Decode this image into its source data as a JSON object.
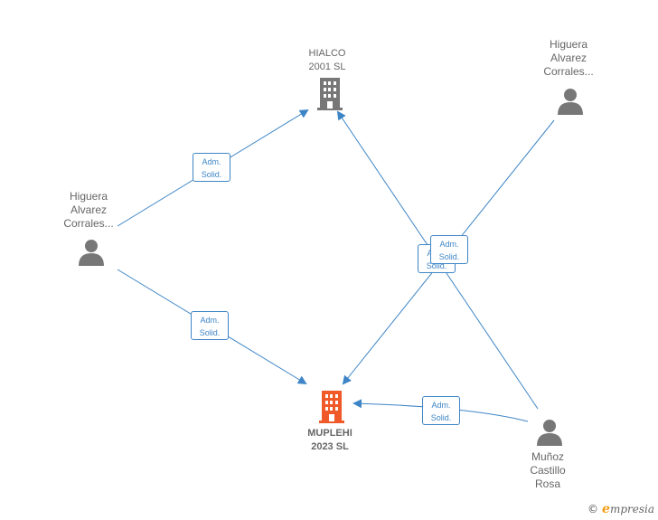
{
  "nodes": {
    "hialco": {
      "line1": "HIALCO",
      "line2": "2001 SL"
    },
    "muplehi": {
      "line1": "MUPLEHI",
      "line2": "2023  SL"
    },
    "person_top_right": {
      "line1": "Higuera",
      "line2": "Alvarez",
      "line3": "Corrales..."
    },
    "person_left": {
      "line1": "Higuera",
      "line2": "Alvarez",
      "line3": "Corrales..."
    },
    "person_bottom_right": {
      "line1": "Muñoz",
      "line2": "Castillo",
      "line3": "Rosa"
    }
  },
  "edge_label": {
    "line1": "Adm.",
    "line2": "Solid."
  },
  "colors": {
    "edge": "#3d85c6",
    "company_gray": "#777777",
    "company_main": "#f05a28",
    "person": "#777777"
  },
  "footer": {
    "symbol": "©",
    "brand_e": "e",
    "brand_rest": "mpresia"
  }
}
